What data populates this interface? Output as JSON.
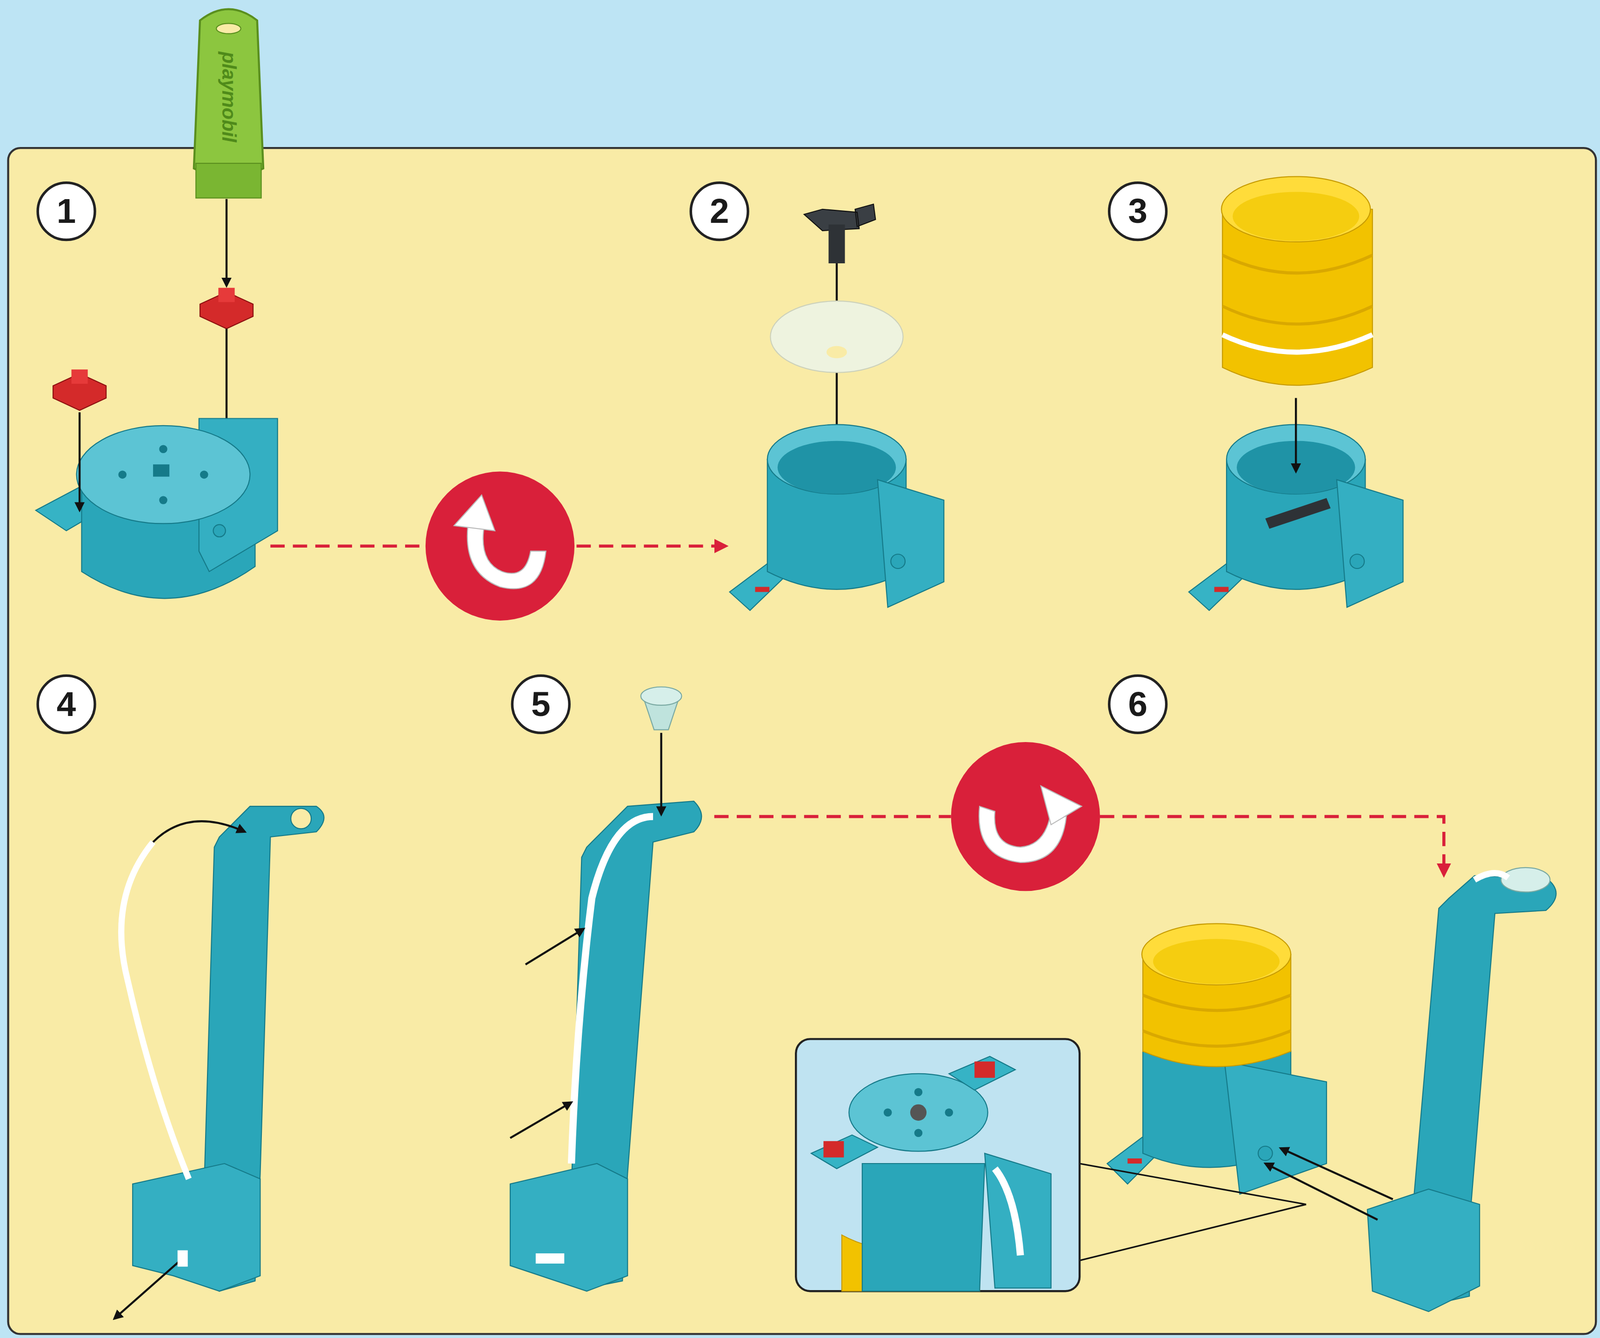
{
  "diagram": {
    "labels": [
      "1",
      "2",
      "3",
      "4",
      "5",
      "6",
      "playmobil"
    ]
  }
}
